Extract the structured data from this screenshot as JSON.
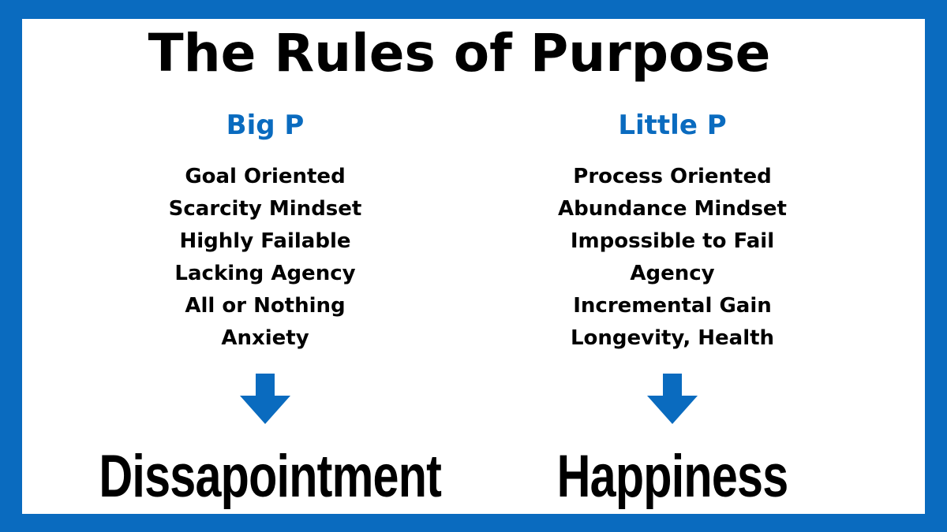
{
  "title": "The Rules of Purpose",
  "accent_color": "#0a6bbf",
  "columns": [
    {
      "heading": "Big P",
      "traits": [
        "Goal Oriented",
        "Scarcity Mindset",
        "Highly Failable",
        "Lacking Agency",
        "All or Nothing",
        "Anxiety"
      ],
      "arrow_icon": "arrow-down-icon",
      "outcome": "Dissapointment"
    },
    {
      "heading": "Little P",
      "traits": [
        "Process Oriented",
        "Abundance Mindset",
        "Impossible to Fail",
        "Agency",
        "Incremental Gain",
        "Longevity, Health"
      ],
      "arrow_icon": "arrow-down-icon",
      "outcome": "Happiness"
    }
  ]
}
